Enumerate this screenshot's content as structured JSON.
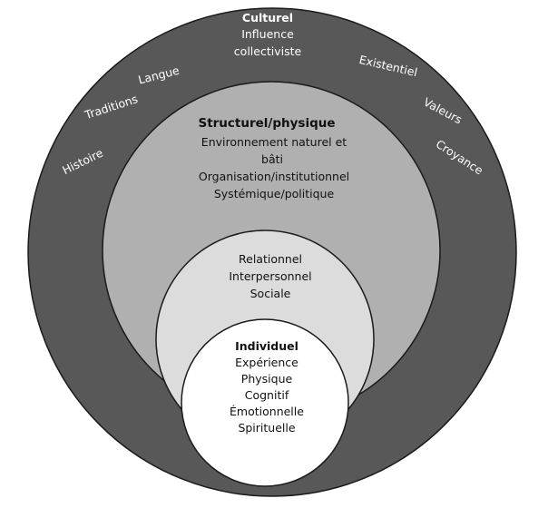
{
  "cultural": {
    "title": "Culturel",
    "lines": [
      "Influence",
      "collectiviste"
    ],
    "left_words": [
      "Histoire",
      "Traditions",
      "Langue"
    ],
    "right_words": [
      "Existentiel",
      "Valeurs",
      "Croyance"
    ]
  },
  "structural": {
    "title": "Structurel/physique",
    "lines": [
      "Environnement naturel et",
      "bâti",
      "Organisation/institutionnel",
      "Systémique/politique"
    ]
  },
  "relational": {
    "lines": [
      "Relationnel",
      "Interpersonnel",
      "Sociale"
    ]
  },
  "individual": {
    "title": "Individuel",
    "lines": [
      "Expérience",
      "Physique",
      "Cognitif",
      "Émotionnelle",
      "Spirituelle"
    ]
  },
  "colors": {
    "outer_ring": "#585858",
    "structural_ring": "#b0b0b0",
    "relational_ring": "#dcdcdc",
    "individual_core": "#ffffff",
    "stroke": "#1a1a1a"
  }
}
